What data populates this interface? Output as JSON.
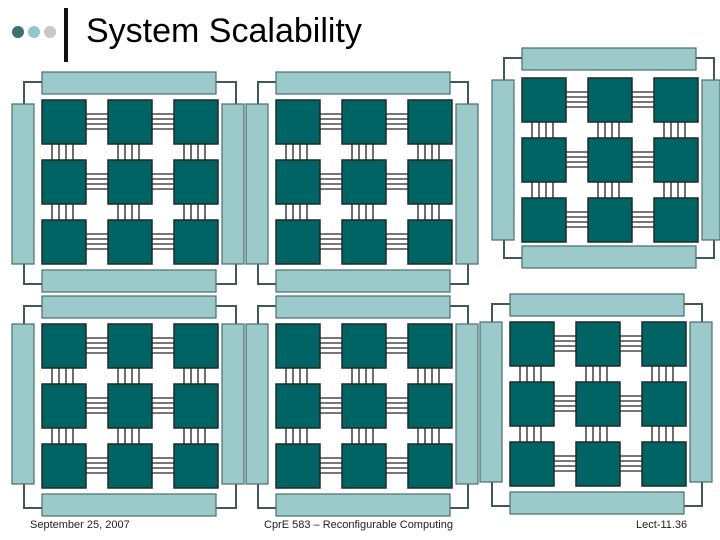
{
  "slide": {
    "title": "System Scalability",
    "footer": {
      "date": "September 25, 2007",
      "course": "CprE 583 – Reconfigurable Computing",
      "slide_number": "Lect-11.36"
    }
  },
  "theme": {
    "chip_fill": "#006464",
    "chip_stroke": "#1e2a2a",
    "memory_fill": "#9ccacb",
    "memory_stroke": "#4a6e6e",
    "bus_color": "#3f5858",
    "pin_color": "#4a4a4a",
    "title_dots": [
      "#3c6e7a",
      "#93c7cb",
      "#c8c8c8"
    ]
  },
  "diagram": {
    "boards": [
      {
        "name": "board-top-left",
        "grid": "3x3"
      },
      {
        "name": "board-top-middle",
        "grid": "3x3"
      },
      {
        "name": "board-top-right",
        "grid": "3x3"
      },
      {
        "name": "board-bottom-left",
        "grid": "3x3"
      },
      {
        "name": "board-bottom-middle",
        "grid": "3x3"
      },
      {
        "name": "board-bottom-right",
        "grid": "3x3"
      }
    ]
  }
}
